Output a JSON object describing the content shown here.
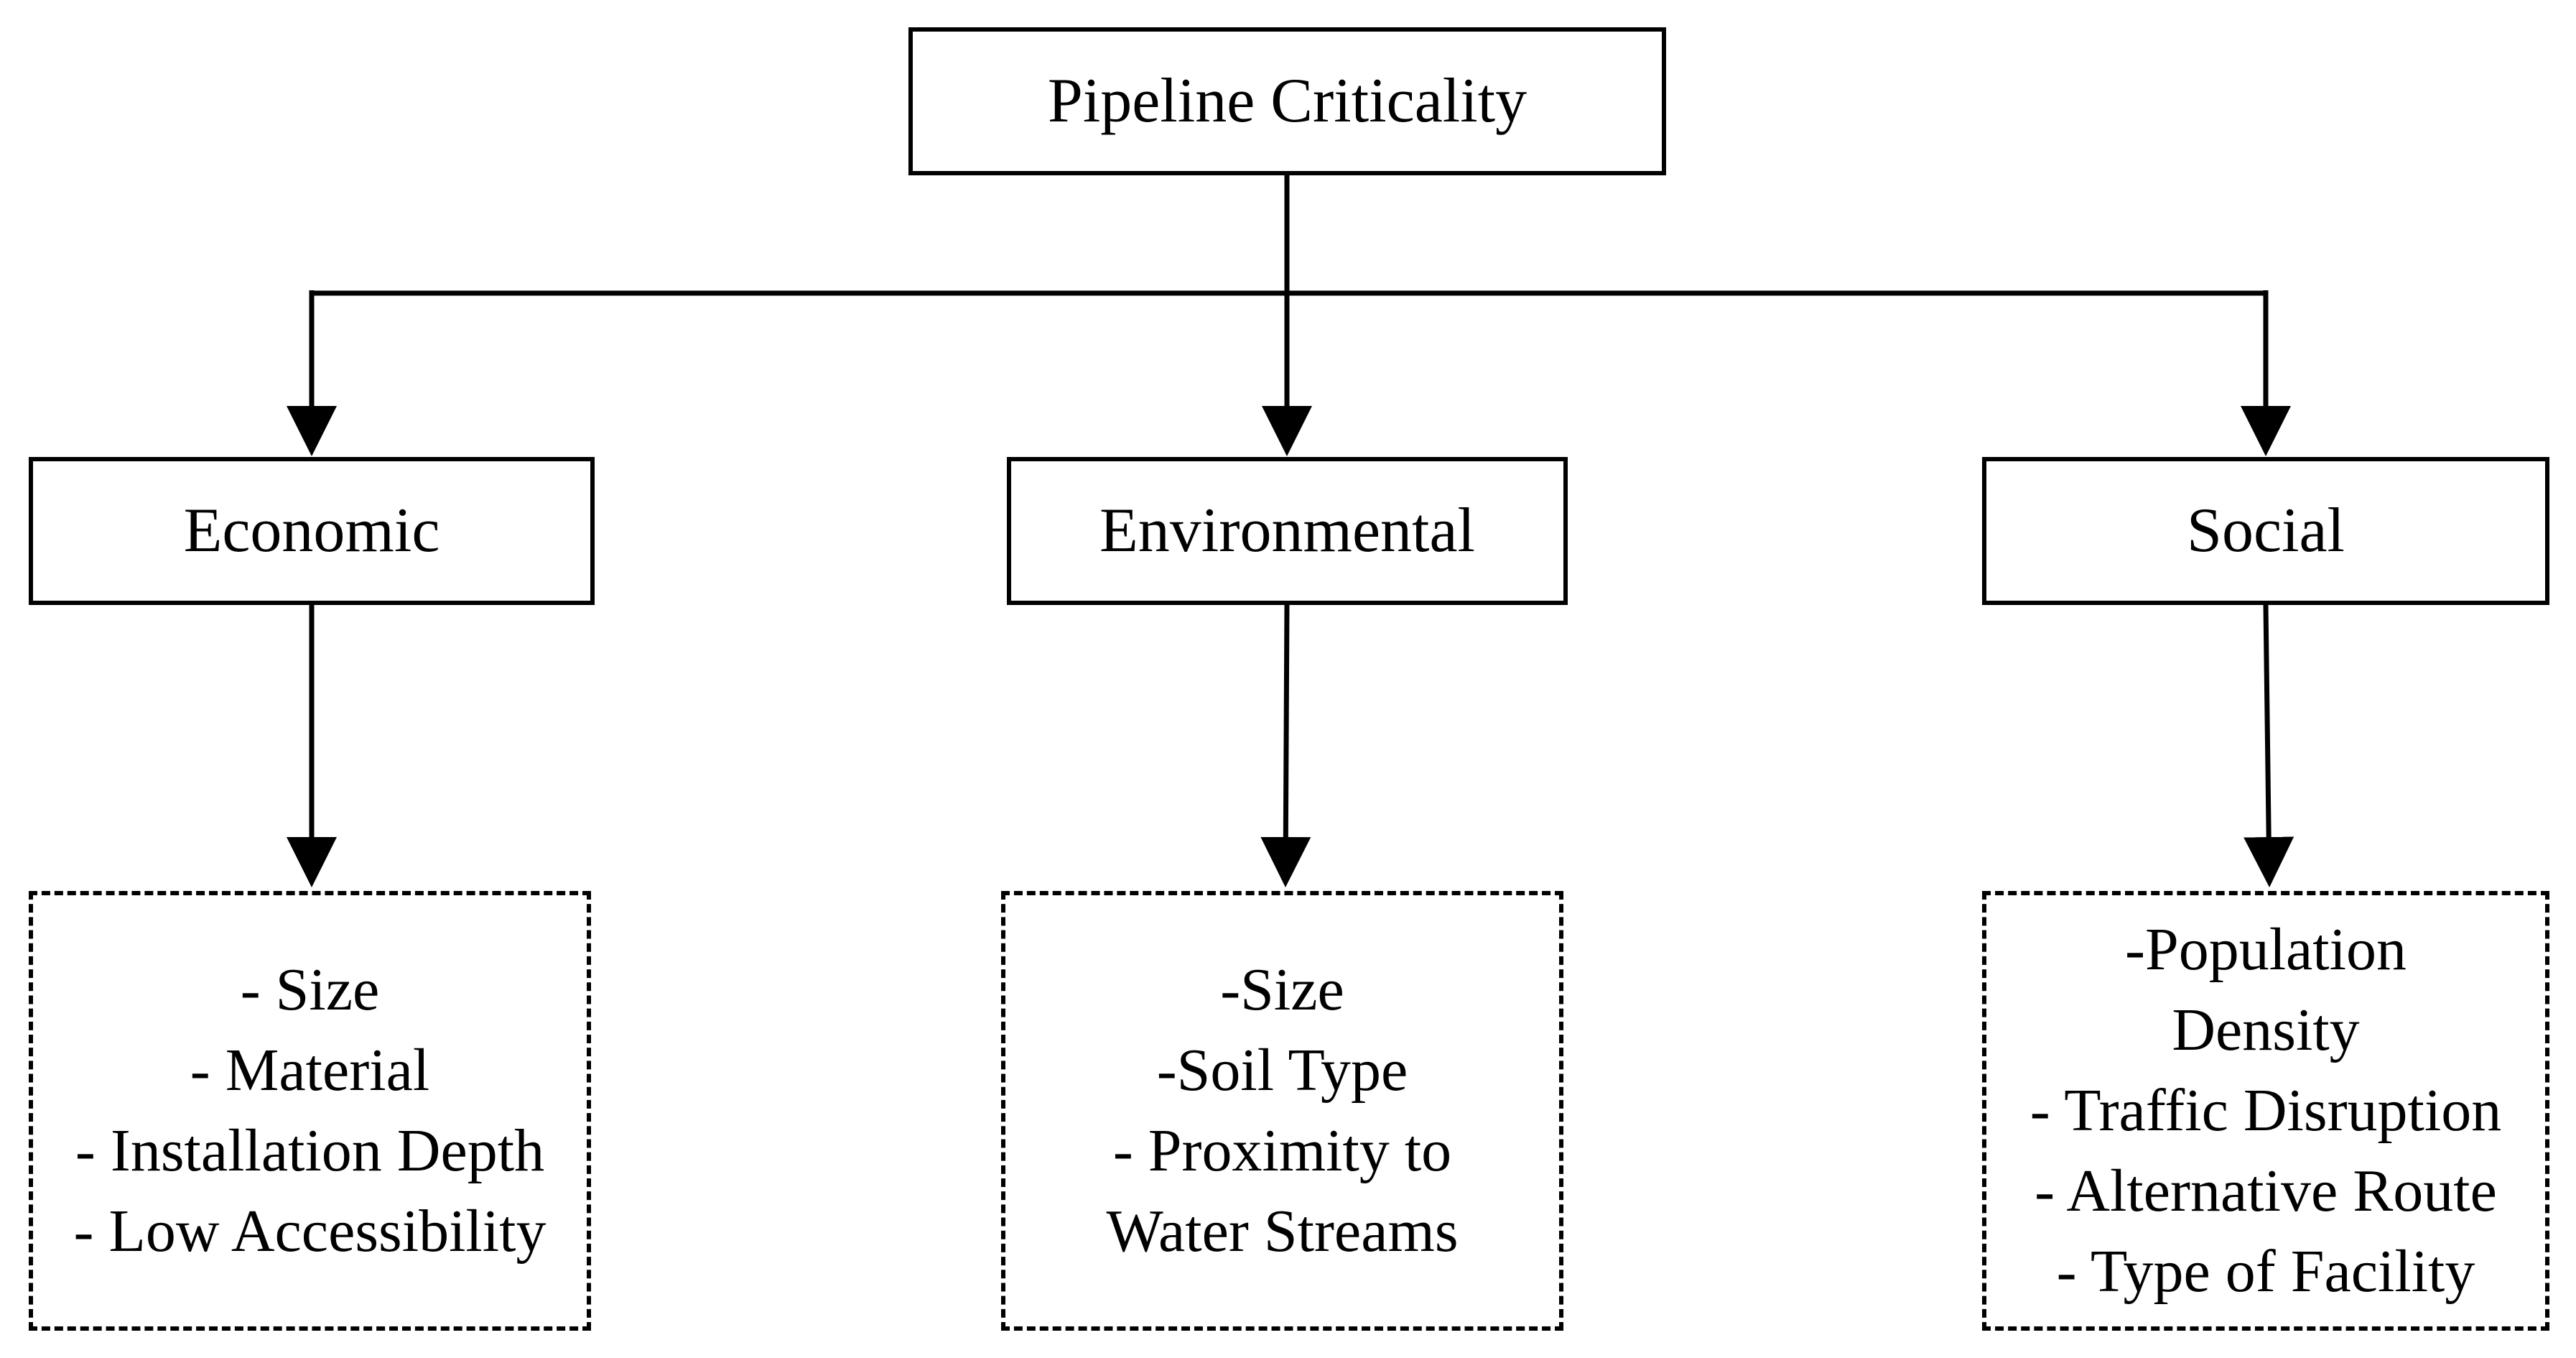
{
  "root": {
    "label": "Pipeline Criticality"
  },
  "categories": [
    {
      "label": "Economic",
      "factors": [
        "- Size",
        "- Material",
        "- Installation Depth",
        "- Low Accessibility"
      ]
    },
    {
      "label": "Environmental",
      "factors": [
        "-Size",
        "-Soil Type",
        "- Proximity to",
        "Water Streams"
      ]
    },
    {
      "label": "Social",
      "factors": [
        "-Population",
        "Density",
        "- Traffic Disruption",
        "- Alternative Route",
        "- Type of Facility"
      ]
    }
  ],
  "colors": {
    "stroke": "#000000",
    "background": "#ffffff"
  }
}
